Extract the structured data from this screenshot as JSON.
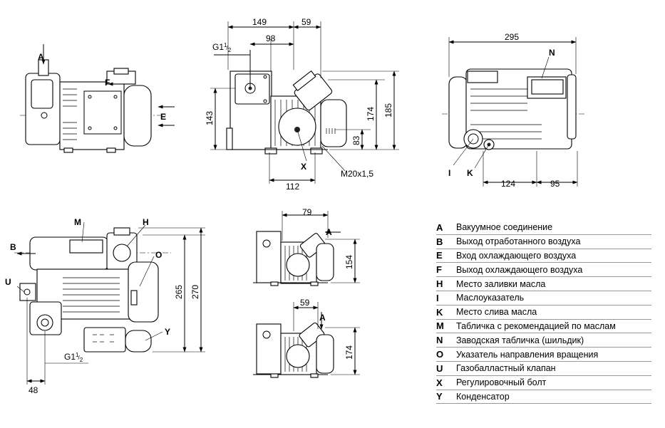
{
  "dimensions": {
    "d149": "149",
    "d59_top": "59",
    "d98": "98",
    "d143": "143",
    "d174_front": "174",
    "d185": "185",
    "d83": "83",
    "d112": "112",
    "thread": "M20x1,5",
    "d295": "295",
    "d124": "124",
    "d95": "95",
    "d79": "79",
    "d154": "154",
    "d59_bottom": "59",
    "d174_lower": "174",
    "d265": "265",
    "d270": "270",
    "d48": "48",
    "g_main": "G1",
    "g_sup": "1",
    "g_sub": "2"
  },
  "callouts": {
    "A": "A",
    "B": "B",
    "E": "E",
    "F": "F",
    "H": "H",
    "I": "I",
    "K": "K",
    "M": "M",
    "N": "N",
    "O": "O",
    "U": "U",
    "X": "X",
    "Y": "Y"
  },
  "legend": [
    {
      "key": "A",
      "text": "Вакуумное соединение"
    },
    {
      "key": "B",
      "text": "Выход отработанного воздуха"
    },
    {
      "key": "E",
      "text": "Вход охлаждающего воздуха"
    },
    {
      "key": "F",
      "text": "Выход охлаждающего воздуха"
    },
    {
      "key": "H",
      "text": "Место заливки масла"
    },
    {
      "key": "I",
      "text": "Маслоуказатель"
    },
    {
      "key": "K",
      "text": "Место слива масла"
    },
    {
      "key": "M",
      "text": "Табличка с рекомендацией по маслам"
    },
    {
      "key": "N",
      "text": "Заводская табличка (шильдик)"
    },
    {
      "key": "O",
      "text": "Указатель направления вращения"
    },
    {
      "key": "U",
      "text": "Газобалластный клапан"
    },
    {
      "key": "X",
      "text": "Регулировочный болт"
    },
    {
      "key": "Y",
      "text": "Конденсатор"
    }
  ]
}
